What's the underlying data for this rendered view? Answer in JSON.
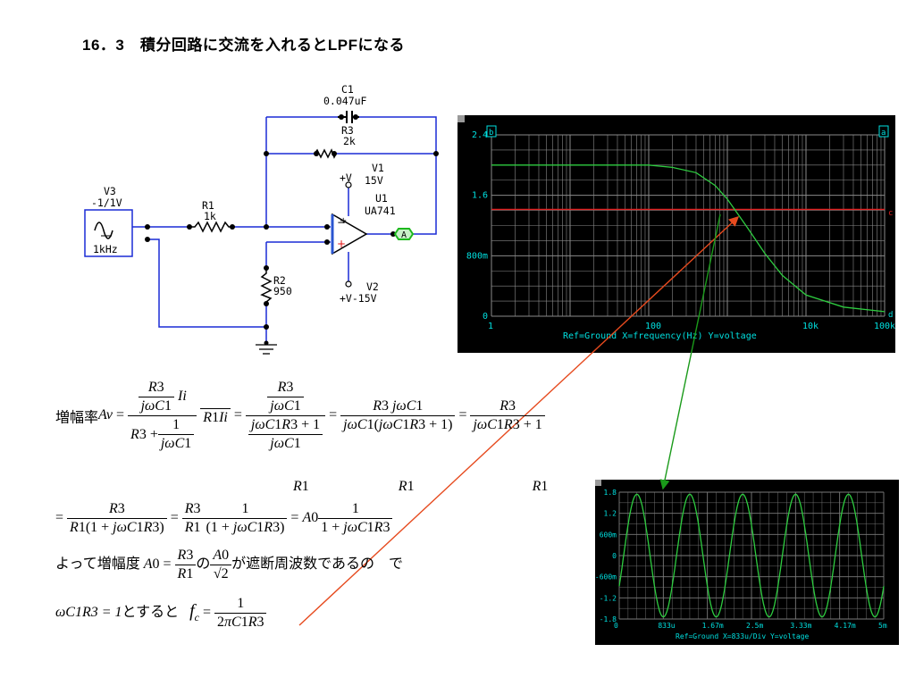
{
  "slide": {
    "title": "16．3　積分回路に交流を入れるとLPFになる"
  },
  "circuit": {
    "c1_name": "C1",
    "c1_value": "0.047uF",
    "r3_name": "R3",
    "r3_value": "2k",
    "v1_name": "V1",
    "v1_value": "15V",
    "v1_node": "+V",
    "u1_name": "U1",
    "u1_model": "UA741",
    "v3_name": "V3",
    "v3_value": "-1/1V",
    "v3_freq": "1kHz",
    "r1_name": "R1",
    "r1_value": "1k",
    "r2_name": "R2",
    "r2_value": "950",
    "v2_name": "V2",
    "v2_value": "+V-15V",
    "probe_label": "A"
  },
  "freq_plot": {
    "corner_b": "b",
    "corner_a": "a",
    "corner_c": "c",
    "corner_d": "d",
    "caption": "Ref=Ground  X=frequency(Hz) Y=voltage",
    "colors": {
      "bg": "#000000",
      "grid": "#8a8a8a",
      "trace": "#2ecc40",
      "marker": "#e02020",
      "label": "#00e0e0"
    },
    "chart_data": {
      "type": "line",
      "xscale": "log",
      "xlim": [
        1,
        100000
      ],
      "ylim": [
        0,
        2.4
      ],
      "x_ticks": [
        "1",
        "100",
        "10k",
        "100k"
      ],
      "y_ticks": [
        "0",
        "800m",
        "1.6",
        "2.4"
      ],
      "marker_y": 1.414,
      "x": [
        1,
        10,
        100,
        200,
        400,
        700,
        1000,
        1700,
        3000,
        5000,
        10000,
        30000,
        100000
      ],
      "values": [
        2.0,
        2.0,
        2.0,
        1.97,
        1.9,
        1.73,
        1.55,
        1.21,
        0.83,
        0.54,
        0.28,
        0.12,
        0.06
      ]
    }
  },
  "time_plot": {
    "caption": "Ref=Ground  X=833u/Div Y=voltage",
    "colors": {
      "bg": "#000000",
      "grid": "#7a7a7a",
      "trace": "#2ecc40",
      "label": "#00e0e0"
    },
    "chart_data": {
      "type": "line",
      "xlim": [
        0,
        5
      ],
      "ylim": [
        -1.8,
        1.8
      ],
      "x_ticks": [
        "0",
        "833u",
        "1.67m",
        "2.5m",
        "3.33m",
        "4.17m",
        "5m"
      ],
      "y_ticks": [
        "1.8",
        "1.2",
        "600m",
        "0",
        "-600m",
        "-1.2",
        "-1.8"
      ],
      "amplitude": 1.74,
      "frequency_khz": 1.0,
      "phase_deg": -30
    }
  },
  "formulas": {
    "gain_label": "増幅率",
    "yotte": "よって増幅度",
    "no": "の",
    "cutoff_text": "が遮断周波数であるの　で",
    "omega_eq": "ωC1R3 = 1",
    "to_suruto": "とすると"
  }
}
